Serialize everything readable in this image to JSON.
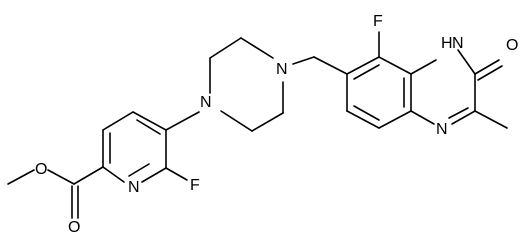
{
  "diagram": {
    "type": "chemical-structure",
    "background_color": "#ffffff",
    "line_color": "#000000",
    "atom_labels": [
      {
        "id": "label_O_ester",
        "text": "O"
      },
      {
        "id": "label_O_carbonyl",
        "text": "O"
      },
      {
        "id": "label_N_pyridine",
        "text": "N"
      },
      {
        "id": "label_F_pyridine",
        "text": "F"
      },
      {
        "id": "label_N_piperazine_left",
        "text": "N"
      },
      {
        "id": "label_N_piperazine_right",
        "text": "N"
      },
      {
        "id": "label_F_quinoxaline",
        "text": "F"
      },
      {
        "id": "label_NH",
        "text": "H"
      },
      {
        "id": "label_N_NH",
        "text": "N"
      },
      {
        "id": "label_O_quinoxalinone",
        "text": "O"
      },
      {
        "id": "label_N_quinoxaline",
        "text": "N"
      }
    ]
  }
}
